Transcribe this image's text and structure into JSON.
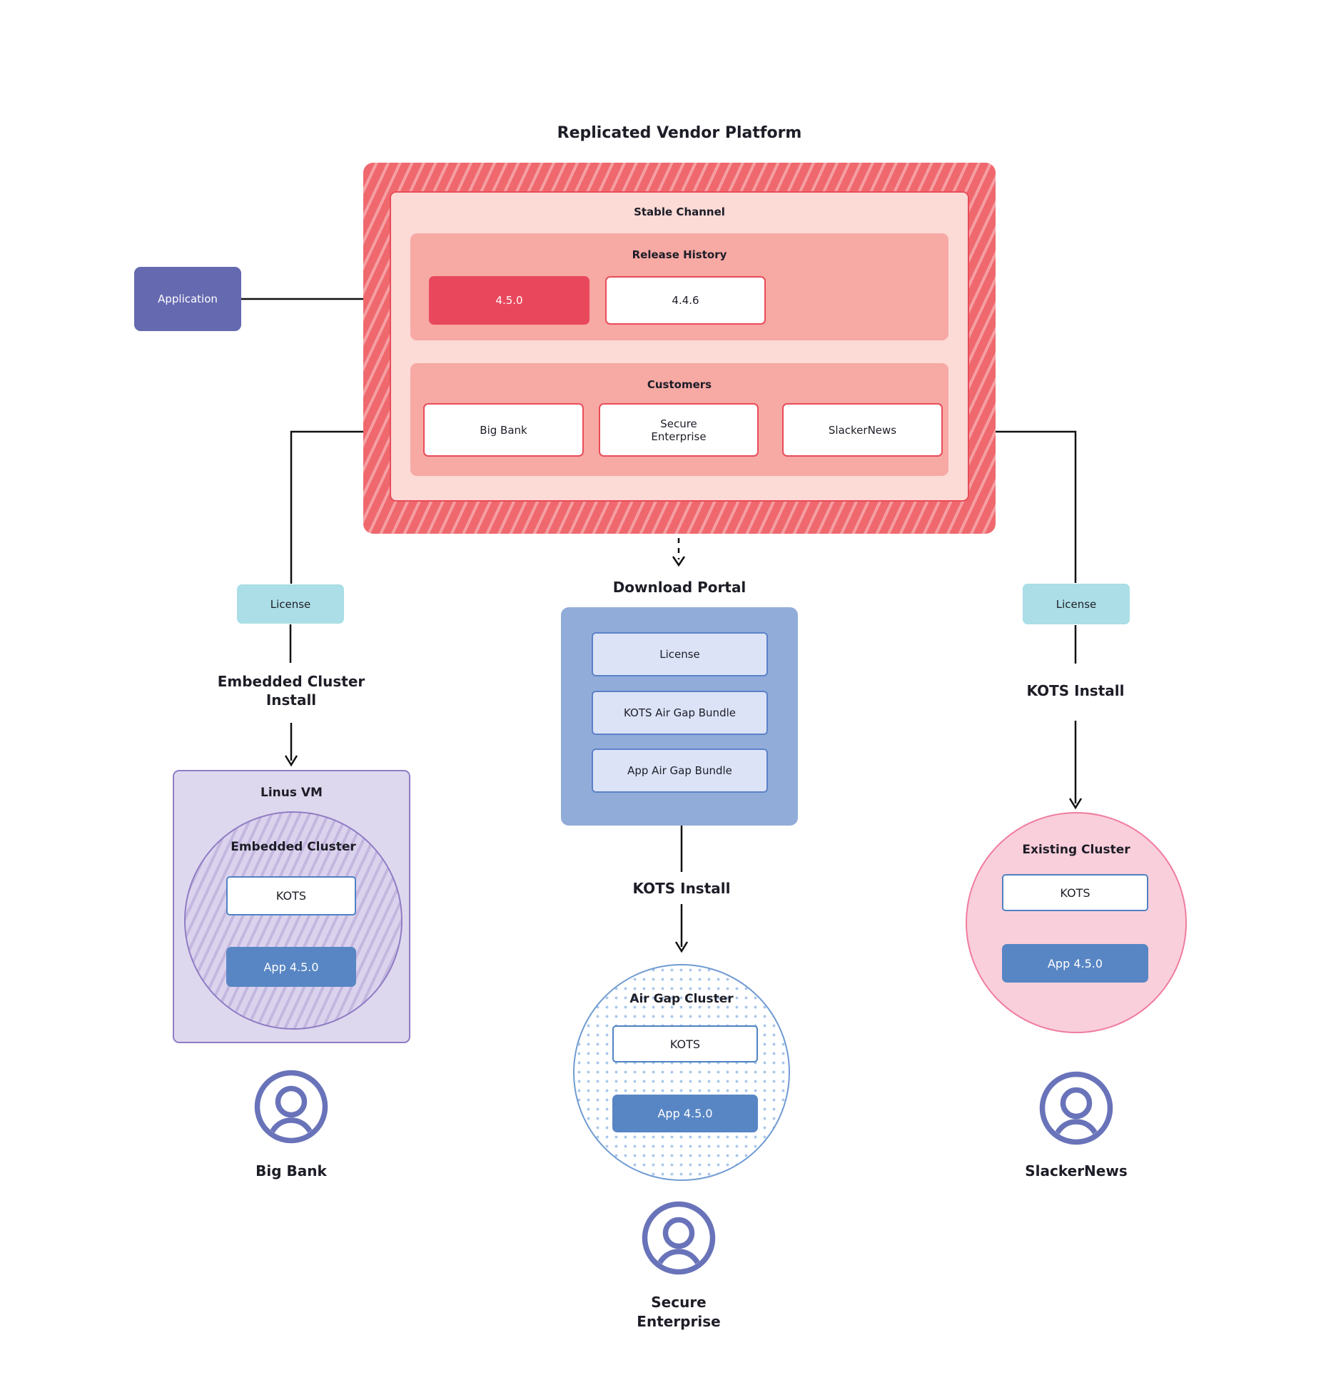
{
  "title": "Replicated Vendor Platform",
  "application": {
    "label": "Application"
  },
  "platform": {
    "stable_channel": "Stable Channel",
    "release_history": {
      "label": "Release History",
      "current": "4.5.0",
      "previous": "4.4.6"
    },
    "customers": {
      "label": "Customers",
      "big_bank": "Big Bank",
      "secure_enterprise": "Secure Enterprise",
      "slackernews": "SlackerNews"
    }
  },
  "left_flow": {
    "license": "License",
    "install": "Embedded Cluster Install",
    "vm": "Linus VM",
    "cluster": "Embedded Cluster",
    "kots": "KOTS",
    "app": "App 4.5.0",
    "customer": "Big Bank"
  },
  "middle_flow": {
    "portal_title": "Download Portal",
    "items": {
      "license": "License",
      "kots_bundle": "KOTS Air Gap Bundle",
      "app_bundle": "App Air Gap Bundle"
    },
    "install": "KOTS Install",
    "cluster": "Air Gap Cluster",
    "kots": "KOTS",
    "app": "App 4.5.0",
    "customer": "Secure Enterprise"
  },
  "right_flow": {
    "license": "License",
    "install": "KOTS Install",
    "cluster": "Existing Cluster",
    "kots": "KOTS",
    "app": "App 4.5.0",
    "customer": "SlackerNews"
  },
  "colors": {
    "platform_red": "#ef686e",
    "platform_stripe": "#f59fa2",
    "channel_bg": "#fcdad6",
    "red_border": "#e94c59",
    "section_bg": "#f7a9a4",
    "release_red": "#e9485c",
    "app_purple": "#6569b0",
    "license_teal": "#abdee6",
    "vm_bg": "#ded8ee",
    "vm_border": "#8f7cc4",
    "kots_border": "#4f81c3",
    "app_blue": "#5886c4",
    "portal_bg": "#92acd9",
    "portal_item_bg": "#dce3f7",
    "portal_item_border": "#5b82c8",
    "airgap_border": "#6f9bd2",
    "existing_bg": "#f9cfdb",
    "existing_border": "#f07c9f",
    "person_icon": "#6973b9"
  }
}
